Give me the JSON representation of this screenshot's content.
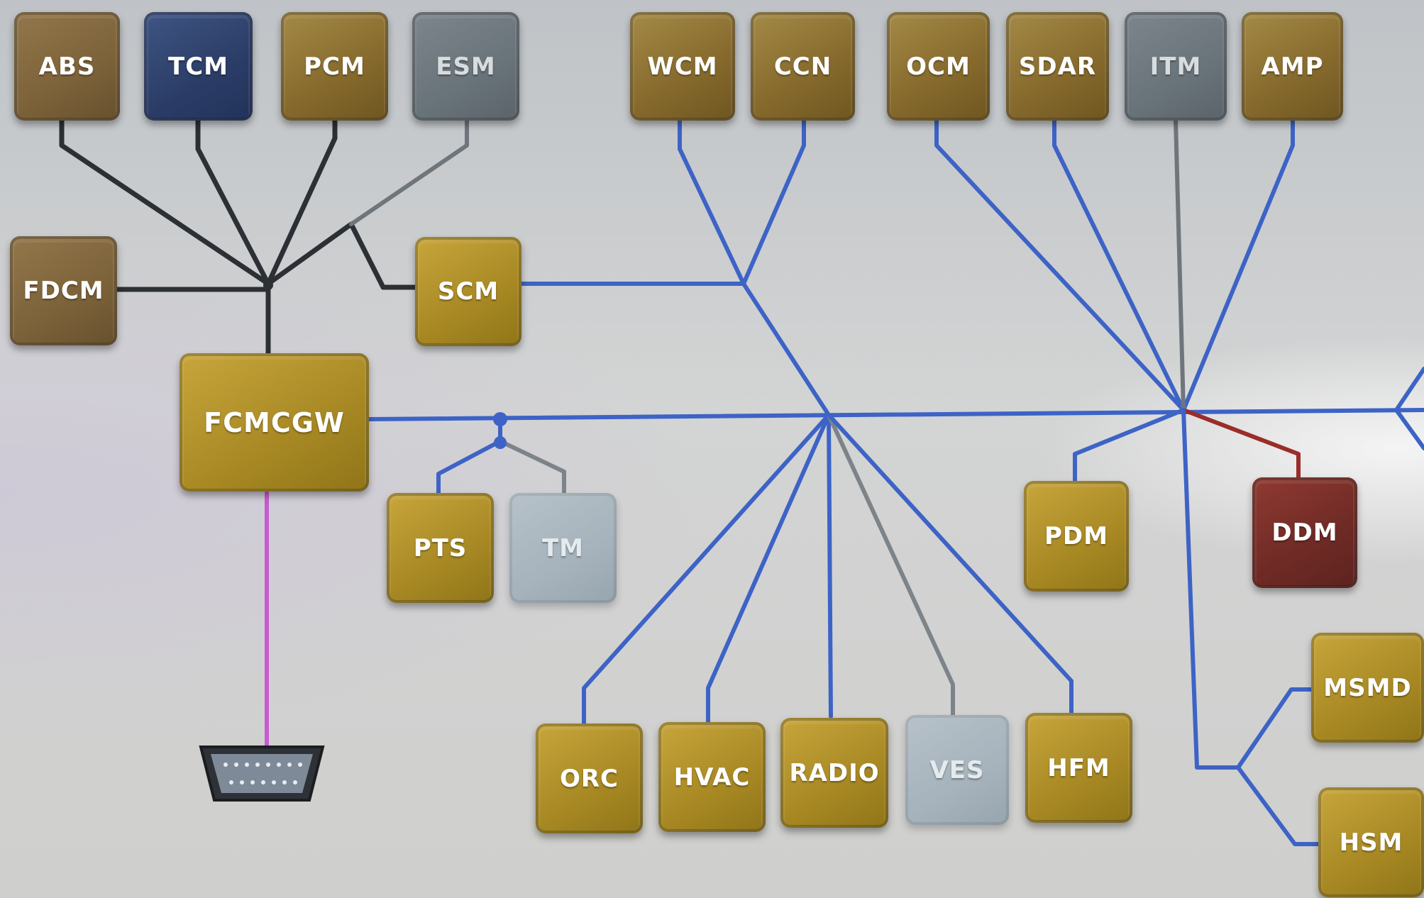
{
  "modules": [
    {
      "id": "abs",
      "label": "ABS",
      "style": "brown"
    },
    {
      "id": "tcm",
      "label": "TCM",
      "style": "navy"
    },
    {
      "id": "pcm",
      "label": "PCM",
      "style": "bronze"
    },
    {
      "id": "esm",
      "label": "ESM",
      "style": "slate"
    },
    {
      "id": "wcm",
      "label": "WCM",
      "style": "bronze"
    },
    {
      "id": "ccn",
      "label": "CCN",
      "style": "bronze"
    },
    {
      "id": "ocm",
      "label": "OCM",
      "style": "bronze"
    },
    {
      "id": "sdar",
      "label": "SDAR",
      "style": "bronze"
    },
    {
      "id": "itm",
      "label": "ITM",
      "style": "slate"
    },
    {
      "id": "amp",
      "label": "AMP",
      "style": "bronze"
    },
    {
      "id": "fdcm",
      "label": "FDCM",
      "style": "brown"
    },
    {
      "id": "scm",
      "label": "SCM",
      "style": "gold"
    },
    {
      "id": "fcmcgw",
      "label": "FCMCGW",
      "style": "gold"
    },
    {
      "id": "pts",
      "label": "PTS",
      "style": "gold"
    },
    {
      "id": "tm",
      "label": "TM",
      "style": "light"
    },
    {
      "id": "pdm",
      "label": "PDM",
      "style": "gold"
    },
    {
      "id": "ddm",
      "label": "DDM",
      "style": "crimson"
    },
    {
      "id": "msmd",
      "label": "MSMD",
      "style": "gold"
    },
    {
      "id": "hsm",
      "label": "HSM",
      "style": "gold"
    },
    {
      "id": "orc",
      "label": "ORC",
      "style": "gold"
    },
    {
      "id": "hvac",
      "label": "HVAC",
      "style": "gold"
    },
    {
      "id": "radio",
      "label": "RADIO",
      "style": "gold"
    },
    {
      "id": "ves",
      "label": "VES",
      "style": "light"
    },
    {
      "id": "hfm",
      "label": "HFM",
      "style": "gold"
    }
  ],
  "bus_colors": {
    "dark": "#2c3035",
    "gray": "#6f767b",
    "blue": "#3d63c6",
    "magenta": "#c65bcf",
    "red": "#9a2d2a"
  },
  "connector": {
    "icon": "obd-port-icon"
  }
}
